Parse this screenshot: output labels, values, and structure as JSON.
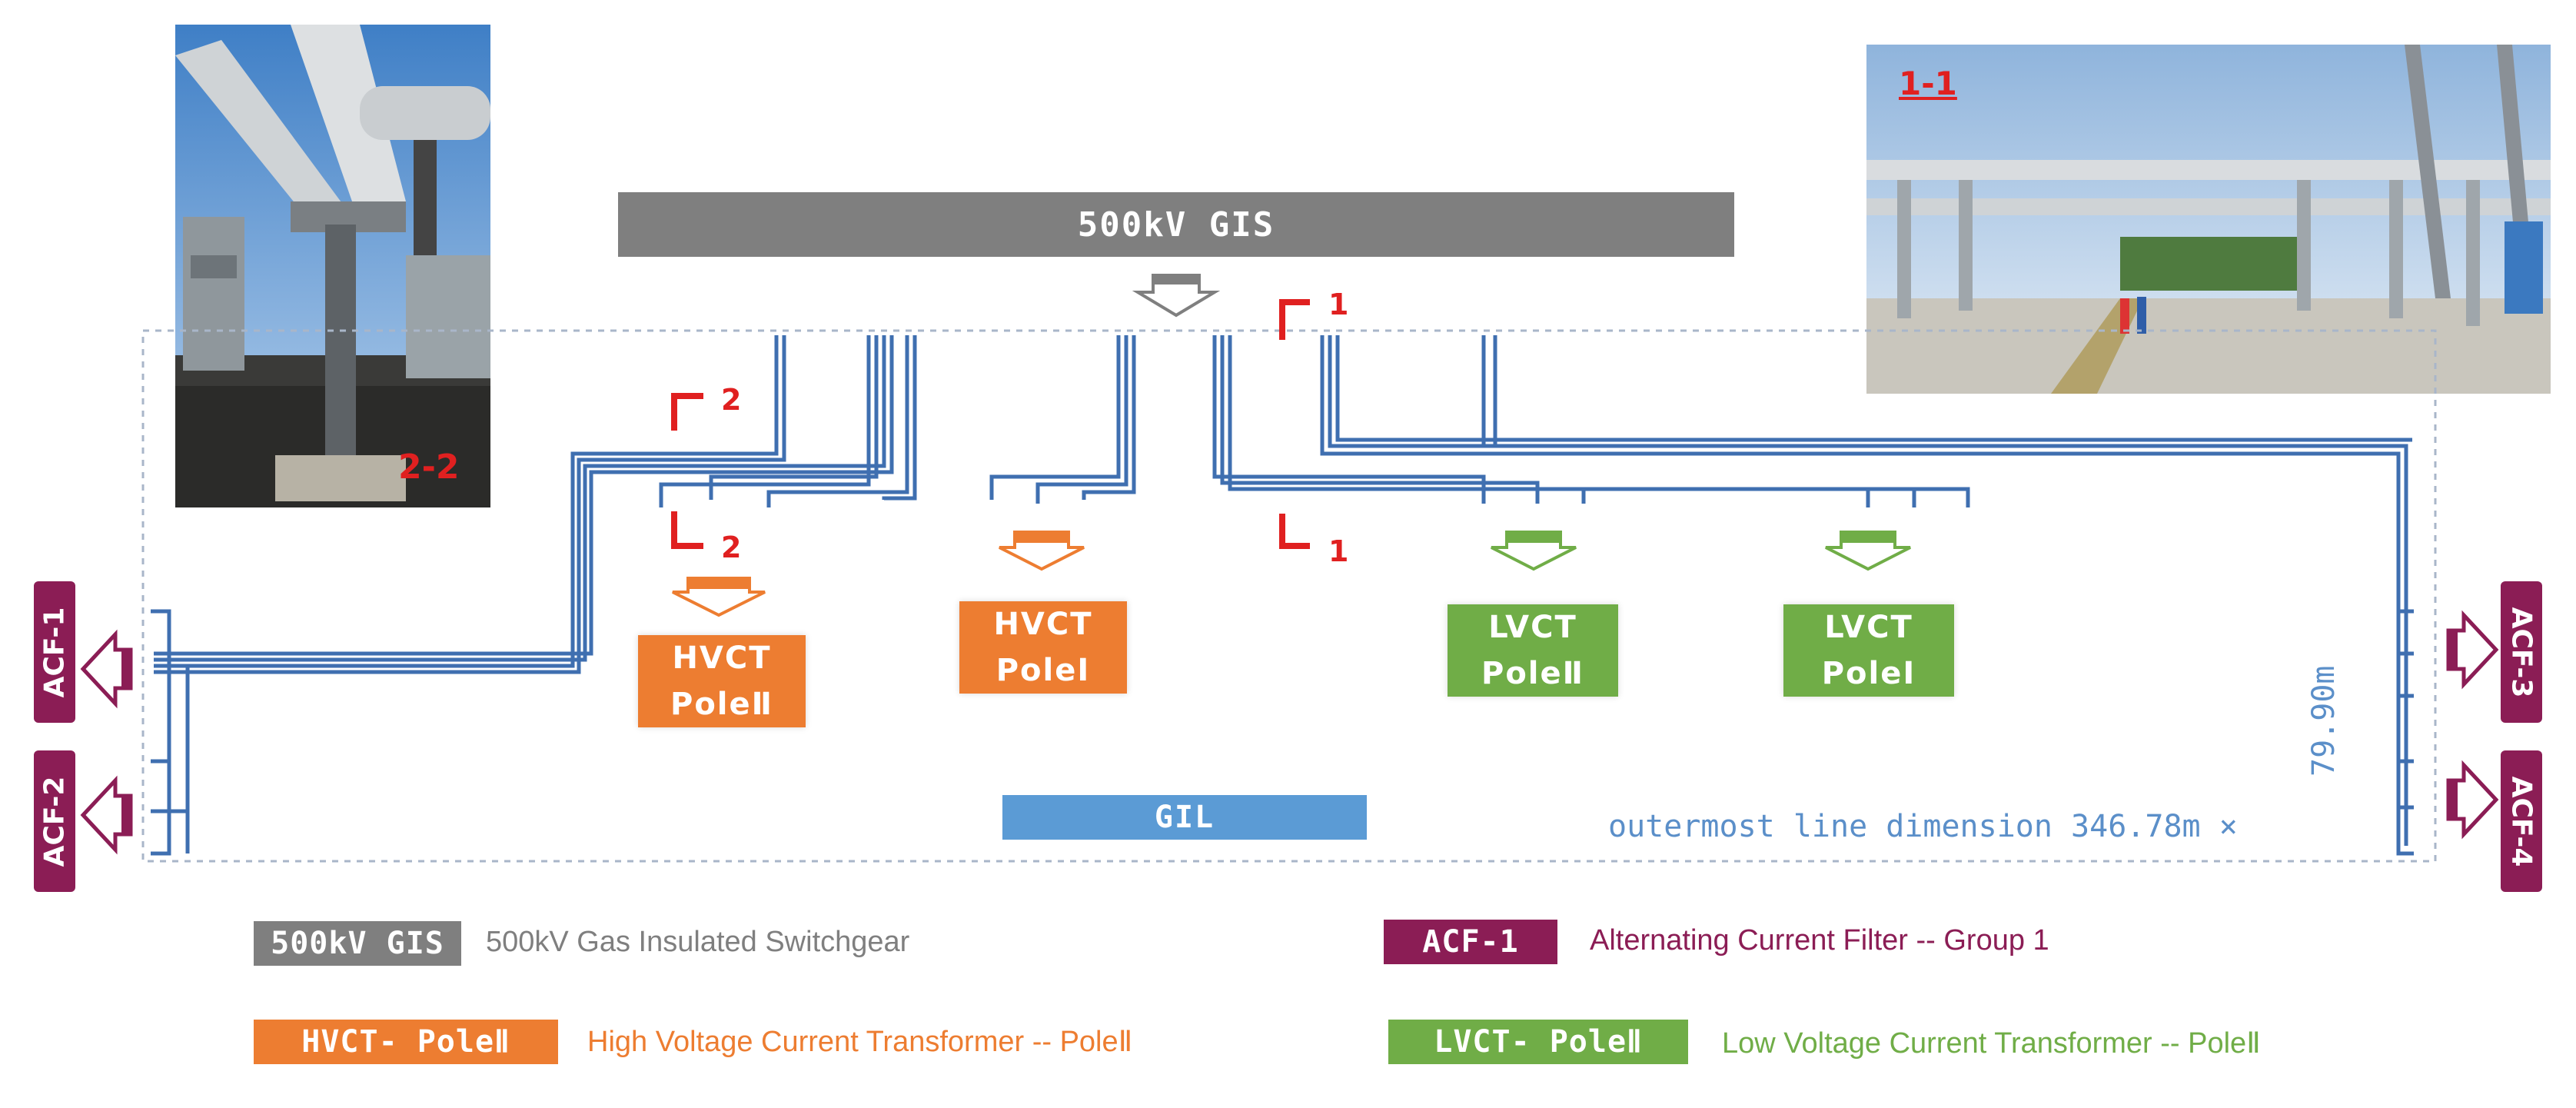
{
  "colors": {
    "gis": "#7f7f7f",
    "hvct": "#ed7d31",
    "lvct": "#70ad47",
    "acf": "#8b1d55",
    "gil": "#5b9bd5",
    "pipe": "#3f6fb0",
    "section_mark": "#e02020",
    "dim_text": "#5b8fc9"
  },
  "photos": {
    "left_label": "2-2",
    "right_label": "1-1"
  },
  "gis_bar": {
    "label": "500kV GIS"
  },
  "gil_bar": {
    "label": "GIL"
  },
  "section_marks": {
    "s1_top": "1",
    "s1_bottom": "1",
    "s2_top": "2",
    "s2_bottom": "2"
  },
  "boxes": {
    "hvct_pole2": {
      "line1": "HVCT",
      "line2": "PoleⅡ"
    },
    "hvct_pole1": {
      "line1": "HVCT",
      "line2": "PoleⅠ"
    },
    "lvct_pole2": {
      "line1": "LVCT",
      "line2": "PoleⅡ"
    },
    "lvct_pole1": {
      "line1": "LVCT",
      "line2": "PoleⅠ"
    }
  },
  "acf": {
    "acf1": "ACF-1",
    "acf2": "ACF-2",
    "acf3": "ACF-3",
    "acf4": "ACF-4"
  },
  "dimensions": {
    "width_text": "outermost line dimension 346.78m ×",
    "height_text": "79.90m"
  },
  "legend": {
    "gis_badge": "500kV GIS",
    "gis_text": "500kV Gas Insulated Switchgear",
    "acf_badge": "ACF-1",
    "acf_text": "Alternating Current Filter -- Group 1",
    "hvct_badge": "HVCT- PoleⅡ",
    "hvct_text": "High Voltage Current Transformer -- PoleⅡ",
    "lvct_badge": "LVCT- PoleⅡ",
    "lvct_text": "Low Voltage Current Transformer -- PoleⅡ"
  }
}
